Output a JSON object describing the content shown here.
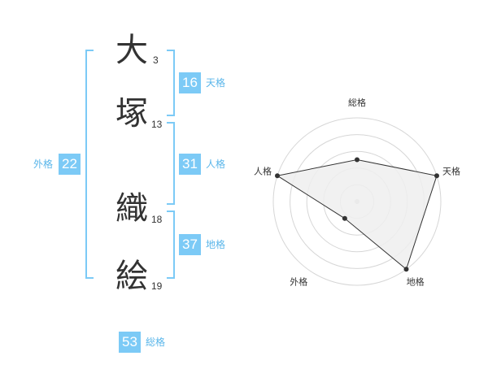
{
  "name": {
    "chars": [
      {
        "char": "大",
        "strokes": "3"
      },
      {
        "char": "塚",
        "strokes": "13"
      },
      {
        "char": "織",
        "strokes": "18"
      },
      {
        "char": "絵",
        "strokes": "19"
      }
    ]
  },
  "fortunes": {
    "tenkaku": {
      "value": "16",
      "label": "天格"
    },
    "jinkaku": {
      "value": "31",
      "label": "人格"
    },
    "chikaku": {
      "value": "37",
      "label": "地格"
    },
    "gaikaku": {
      "value": "22",
      "label": "外格"
    },
    "soukaku": {
      "value": "53",
      "label": "総格"
    }
  },
  "colors": {
    "accent": "#7ccaf6",
    "accent_text": "#5ab6ea",
    "radar_fill": "#eeeeee",
    "radar_line": "#333333"
  },
  "chart_data": {
    "type": "radar",
    "axes": [
      "総格",
      "天格",
      "地格",
      "外格",
      "人格"
    ],
    "values": [
      0.5,
      1.0,
      1.0,
      0.25,
      1.0
    ],
    "rings": 5,
    "range": [
      0,
      1
    ]
  }
}
